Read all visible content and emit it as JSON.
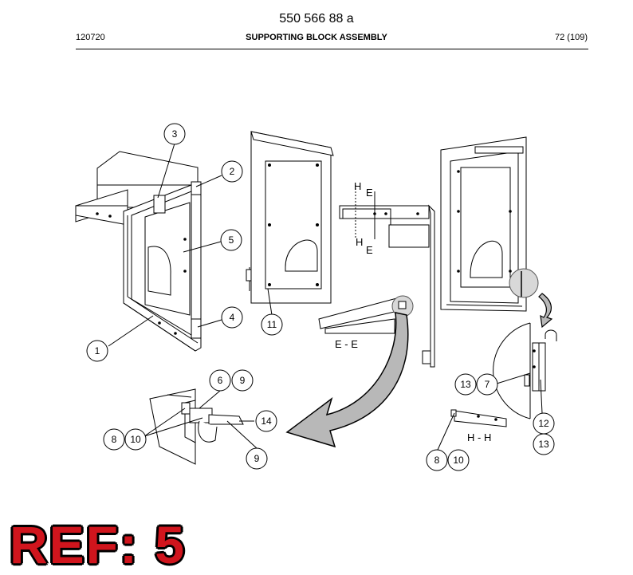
{
  "header": {
    "doc_number": "550 566 88 a",
    "date_code": "120720",
    "title": "SUPPORTING BLOCK ASSEMBLY",
    "page": "72 (109)"
  },
  "section_labels": {
    "ee": "E - E",
    "hh": "H - H",
    "h": "H",
    "e": "E"
  },
  "callouts": {
    "c1": "1",
    "c2": "2",
    "c3": "3",
    "c4": "4",
    "c5": "5",
    "c6": "6",
    "c7": "7",
    "c8a": "8",
    "c8b": "8",
    "c9a": "9",
    "c9b": "9",
    "c10a": "10",
    "c10b": "10",
    "c11": "11",
    "c12": "12",
    "c13a": "13",
    "c13b": "13",
    "c14": "14"
  },
  "ref_stamp": "REF: 5",
  "colors": {
    "stamp_red": "#d0151d",
    "arrow_gray": "#b8b8b8"
  }
}
